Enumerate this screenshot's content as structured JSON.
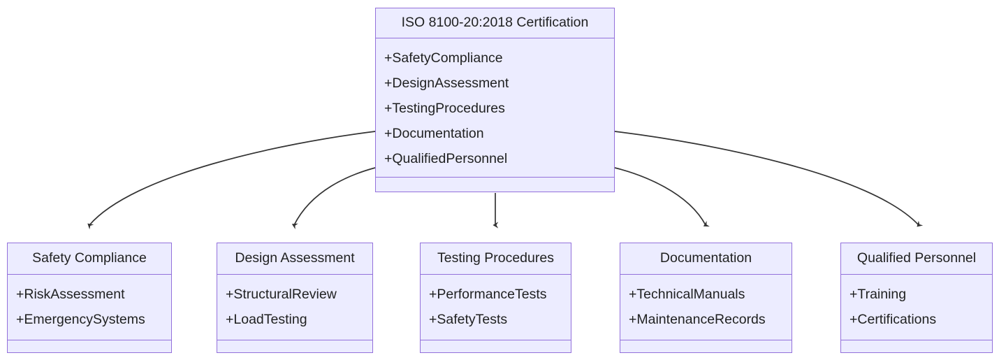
{
  "diagram": {
    "type": "uml-class-diagram",
    "title": "ISO 8100-20:2018 Certification",
    "background_color": "#FFFFFF",
    "node_fill_color": "#ECECFF",
    "node_border_color": "#9370DB",
    "text_color": "#1F2020",
    "edge_color": "#333333",
    "edge_style": "curved-arrow",
    "arrow_head": "filled-triangle",
    "root": {
      "name": "ISO 8100-20:2018 Certification",
      "attributes": [
        "+SafetyCompliance",
        "+DesignAssessment",
        "+TestingProcedures",
        "+Documentation",
        "+QualifiedPersonnel"
      ],
      "methods": []
    },
    "children": [
      {
        "name": "Safety Compliance",
        "attributes": [
          "+RiskAssessment",
          "+EmergencySystems"
        ],
        "methods": []
      },
      {
        "name": "Design Assessment",
        "attributes": [
          "+StructuralReview",
          "+LoadTesting"
        ],
        "methods": []
      },
      {
        "name": "Testing Procedures",
        "attributes": [
          "+PerformanceTests",
          "+SafetyTests"
        ],
        "methods": []
      },
      {
        "name": "Documentation",
        "attributes": [
          "+TechnicalManuals",
          "+MaintenanceRecords"
        ],
        "methods": []
      },
      {
        "name": "Qualified Personnel",
        "attributes": [
          "+Training",
          "+Certifications"
        ],
        "methods": []
      }
    ],
    "edges": [
      {
        "from": "ISO 8100-20:2018 Certification",
        "to": "Safety Compliance"
      },
      {
        "from": "ISO 8100-20:2018 Certification",
        "to": "Design Assessment"
      },
      {
        "from": "ISO 8100-20:2018 Certification",
        "to": "Testing Procedures"
      },
      {
        "from": "ISO 8100-20:2018 Certification",
        "to": "Documentation"
      },
      {
        "from": "ISO 8100-20:2018 Certification",
        "to": "Qualified Personnel"
      }
    ]
  }
}
